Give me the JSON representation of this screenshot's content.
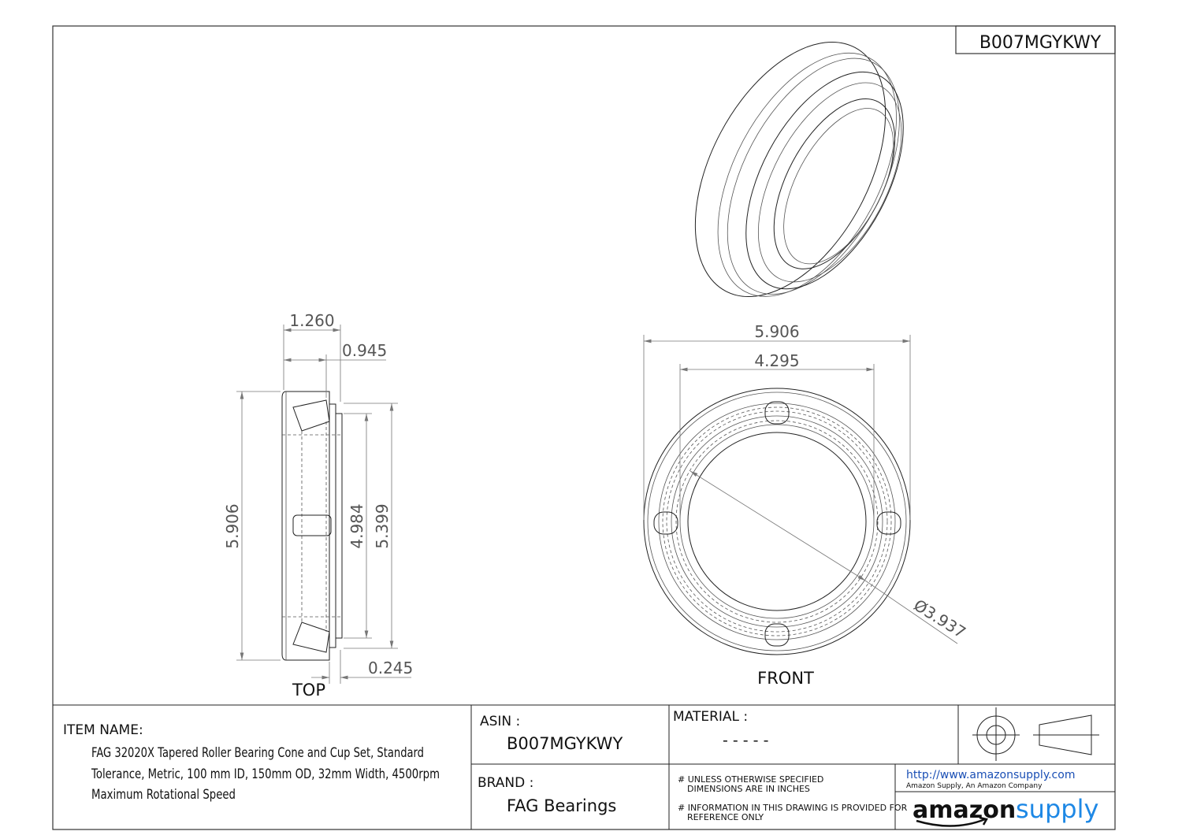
{
  "sheet": {
    "asin_tag": "B007MGYKWY",
    "views": {
      "top_label": "TOP",
      "front_label": "FRONT"
    },
    "dimensions": {
      "top_width": "1.260",
      "top_cone_width": "0.945",
      "top_od": "5.906",
      "top_d1": "4.984",
      "top_d2": "5.399",
      "top_offset": "0.245",
      "front_od": "5.906",
      "front_d": "4.295",
      "front_bore": "Ø3.937"
    }
  },
  "title_block": {
    "item_name_label": "ITEM NAME:",
    "item_name_lines": [
      "FAG 32020X Tapered Roller Bearing Cone and Cup Set, Standard",
      "Tolerance, Metric, 100 mm ID, 150mm OD, 32mm Width, 4500rpm",
      "Maximum Rotational Speed"
    ],
    "asin_label": "ASIN :",
    "asin_value": "B007MGYKWY",
    "brand_label": "BRAND :",
    "brand_value": "FAG Bearings",
    "material_label": "MATERIAL :",
    "material_value": "- - - - -",
    "note_1_a": "# UNLESS OTHERWISE SPECIFIED",
    "note_1_b": "DIMENSIONS ARE IN INCHES",
    "note_2_a": "# INFORMATION IN THIS DRAWING IS PROVIDED FOR",
    "note_2_b": "REFERENCE ONLY",
    "url": "http://www.amazonsupply.com",
    "company": "Amazon Supply, An Amazon Company",
    "logo_a": "amazon",
    "logo_b": "supply",
    "colors": {
      "link": "#1a4fb5",
      "logo_blue": "#1e88e5"
    }
  }
}
